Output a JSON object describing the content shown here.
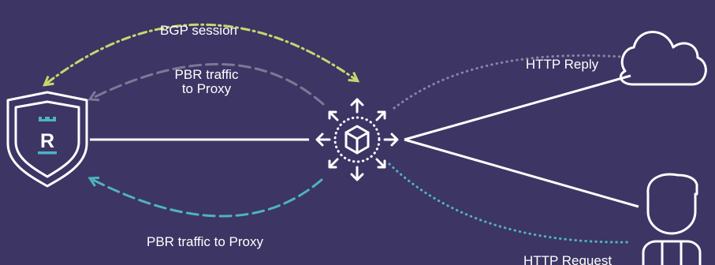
{
  "labels": {
    "bgp_session": "BGP session",
    "pbr_traffic_line1": "PBR traffic",
    "pbr_traffic_line2": "to Proxy",
    "pbr_traffic_bottom": "PBR traffic to Proxy",
    "http_reply": "HTTP Reply",
    "http_request": "HTTP Request"
  },
  "shield": {
    "letter": "R"
  },
  "colors": {
    "background": "#3d3564",
    "line": "#ffffff",
    "bgp_arrow": "#c5d86d",
    "pbr_top_arrow": "#7d7897",
    "pbr_bottom_arrow": "#4fb3bf",
    "http_reply_dots": "#8a84a6",
    "http_request_dots": "#4fb3bf",
    "shield_accent": "#4fb3bf"
  },
  "icons": {
    "router": "shield-icon",
    "proxy": "cube-hub-icon",
    "internet": "cloud-icon",
    "client": "user-icon"
  }
}
